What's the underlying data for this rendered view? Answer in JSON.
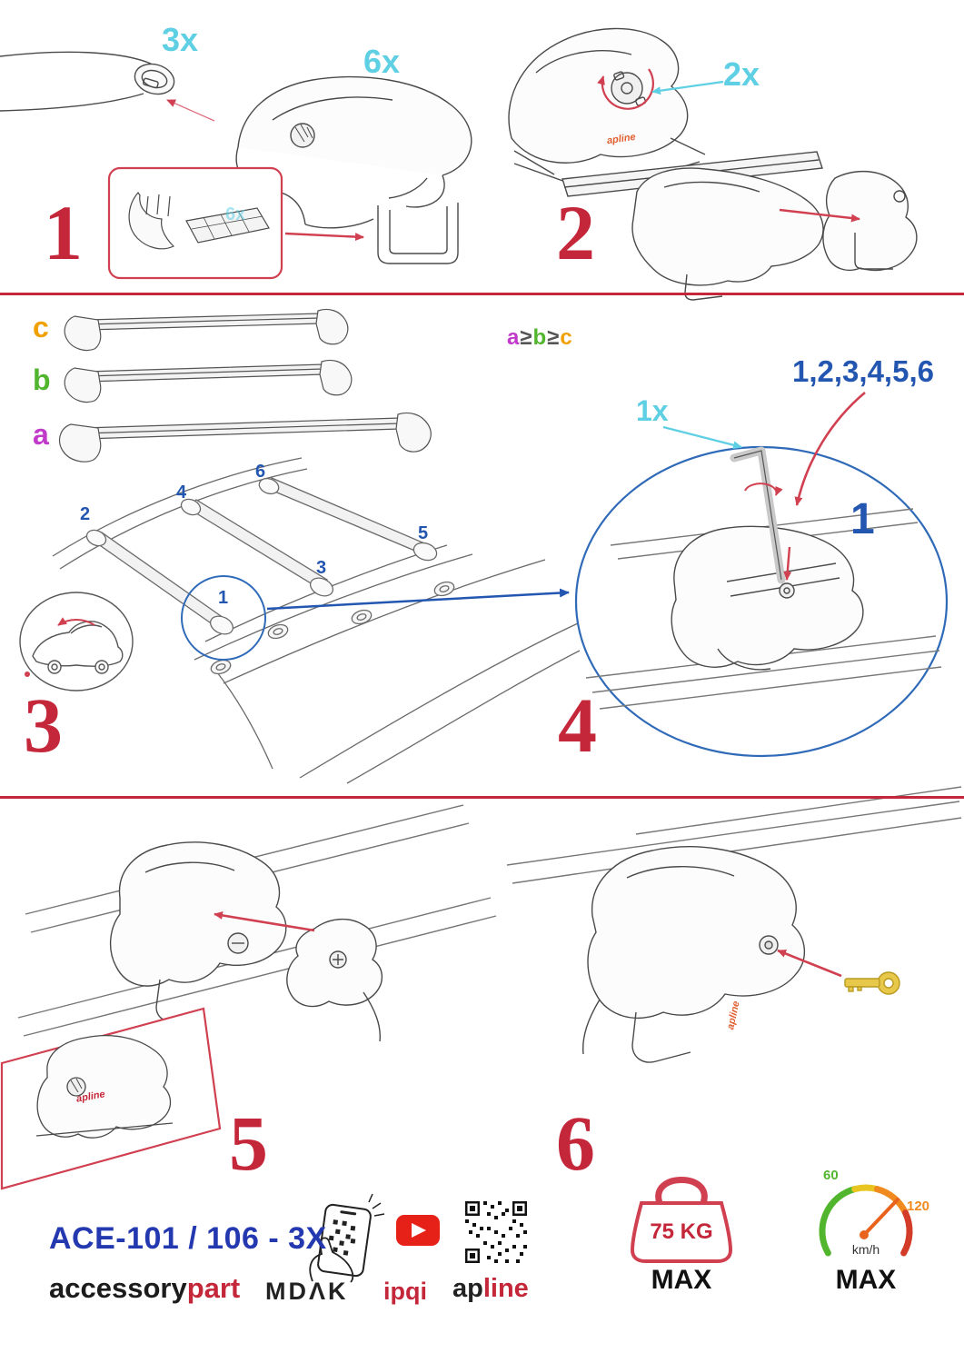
{
  "steps": {
    "s1": {
      "number": "1",
      "bar_qty": "3x",
      "foot_qty": "6x",
      "pad_qty": "6x"
    },
    "s2": {
      "number": "2",
      "key_turns": "2x",
      "logo": "apline"
    },
    "s3": {
      "number": "3",
      "size_a": "a",
      "size_b": "b",
      "size_c": "c",
      "rule_a": "a",
      "rule_geq1": "≥",
      "rule_b": "b",
      "rule_geq2": "≥",
      "rule_c": "c",
      "p1": "1",
      "p2": "2",
      "p3": "3",
      "p4": "4",
      "p5": "5",
      "p6": "6"
    },
    "s4": {
      "number": "4",
      "key_qty": "1x",
      "sequence": "1,2,3,4,5,6",
      "tighten_order": "1"
    },
    "s5": {
      "number": "5",
      "logo": "apline"
    },
    "s6": {
      "number": "6",
      "logo": "apline"
    }
  },
  "footer": {
    "product_code": "ACE-101 / 106 - 3X",
    "brand_black": "accessory",
    "brand_red": "part",
    "mdak": "MDΛK",
    "ipqi": "ipqi",
    "apline_black": "ap",
    "apline_red": "line",
    "weight_value": "75 KG",
    "weight_max": "MAX",
    "speed_low": "60",
    "speed_high": "120",
    "speed_unit": "km/h",
    "speed_max": "MAX"
  },
  "colors": {
    "accent_red": "#c4273a",
    "qty_cyan": "#5fcfe4",
    "blue": "#2356b0",
    "size_a": "#c13ac9",
    "size_b": "#52b52e",
    "size_c": "#f0a000"
  }
}
